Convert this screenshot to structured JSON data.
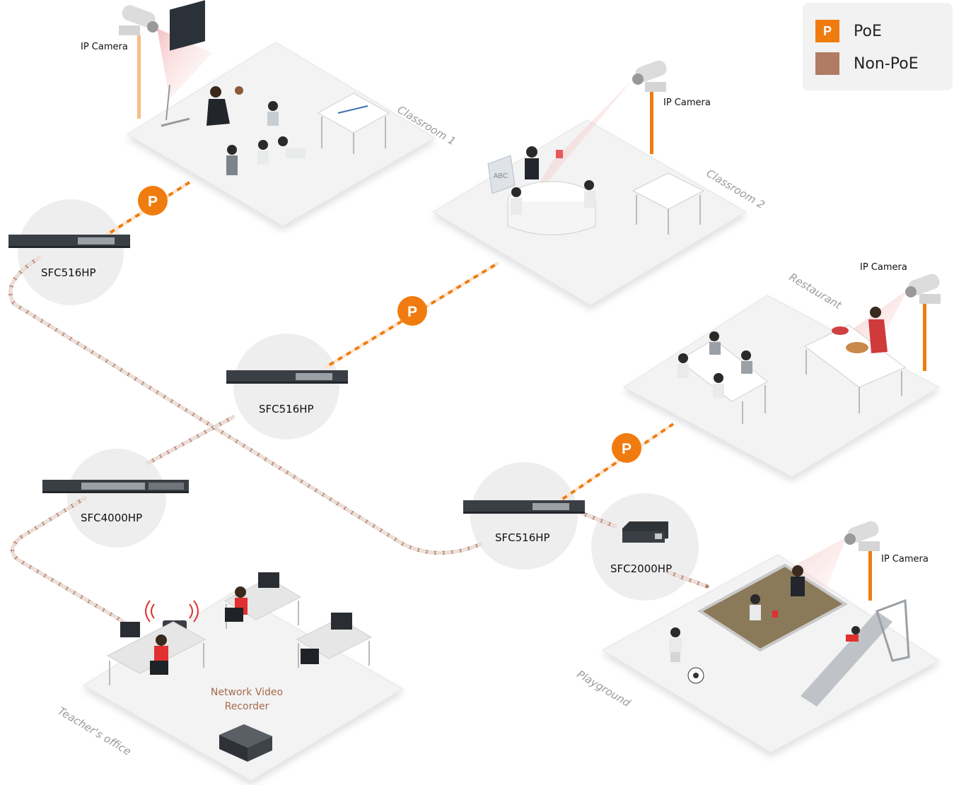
{
  "legend": {
    "poe": {
      "badge": "P",
      "label": "PoE",
      "color": "#f07c10"
    },
    "non_poe": {
      "label": "Non-PoE",
      "color": "#b07c64"
    }
  },
  "switches": {
    "sw1": "SFC516HP",
    "sw2": "SFC516HP",
    "sw3": "SFC4000HP",
    "sw4": "SFC516HP",
    "sw5": "SFC2000HP"
  },
  "cameras": {
    "cam1": "IP Camera",
    "cam2": "IP Camera",
    "cam3": "IP Camera",
    "cam4": "IP Camera"
  },
  "rooms": {
    "classroom1": "Classroom 1",
    "classroom2": "Classroom 2",
    "restaurant": "Restaurant",
    "playground": "Playground",
    "office": "Teacher's office"
  },
  "nvr": {
    "line1": "Network Video",
    "line2": "Recorder"
  },
  "whiteboard_text": "ABC",
  "poe_badge": "P"
}
